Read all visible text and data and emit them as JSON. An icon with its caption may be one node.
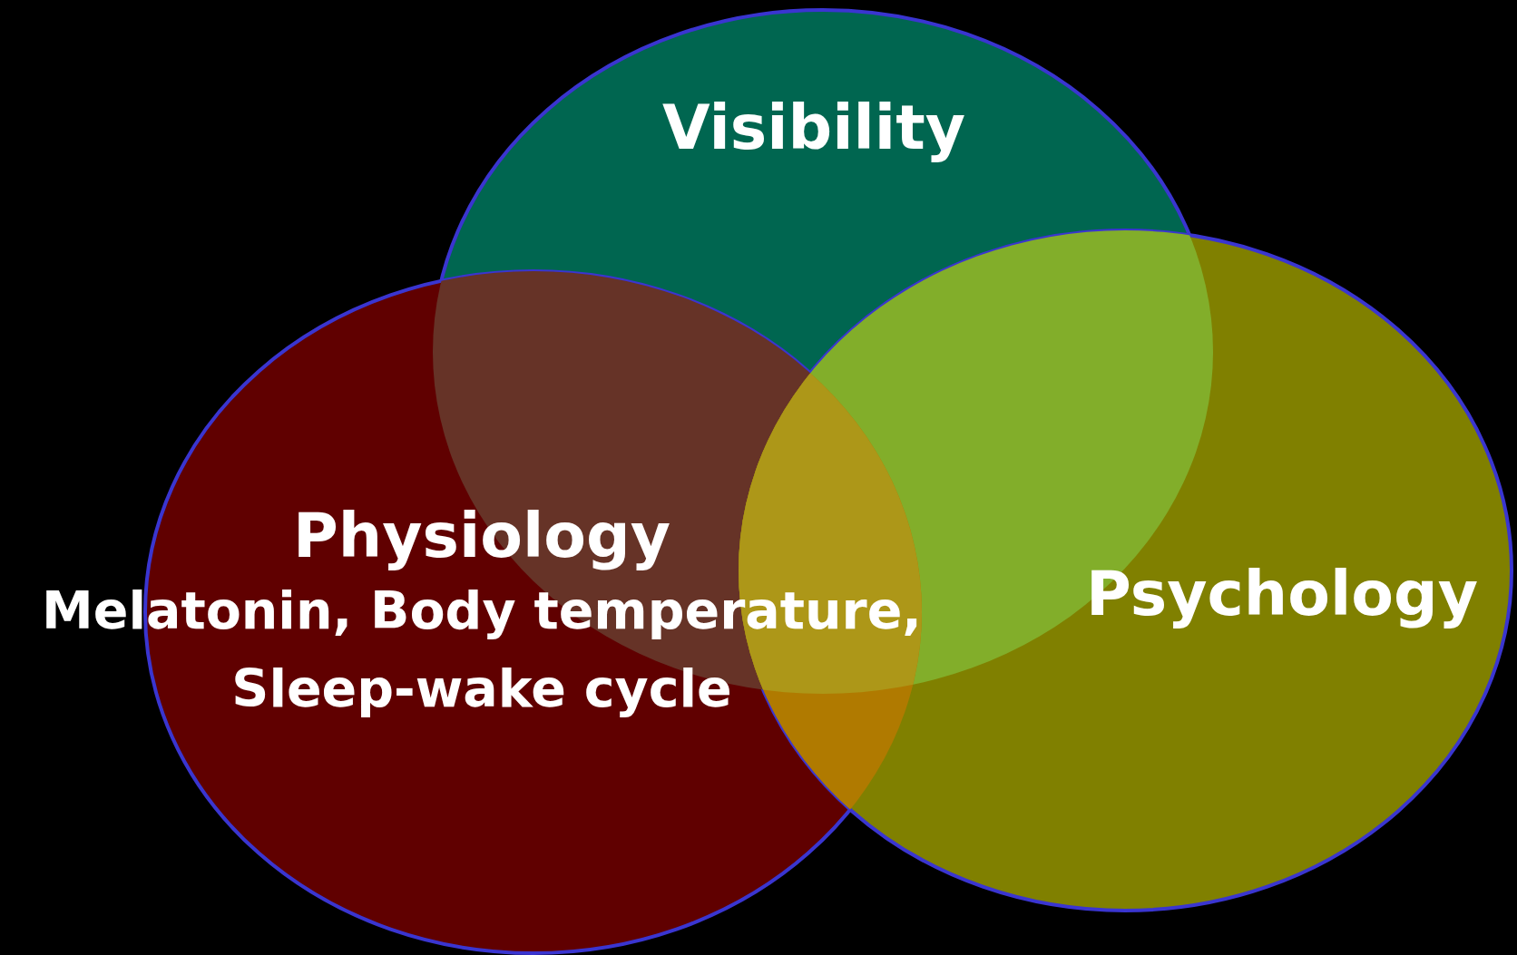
{
  "diagram": {
    "nodes": [
      {
        "text": [
          "Visibility"
        ]
      },
      {
        "text": [
          "Physiology",
          "Melatonin, Body temperature, Sleep-wake cycle"
        ]
      },
      {
        "text": [
          "Psychology"
        ]
      }
    ]
  }
}
